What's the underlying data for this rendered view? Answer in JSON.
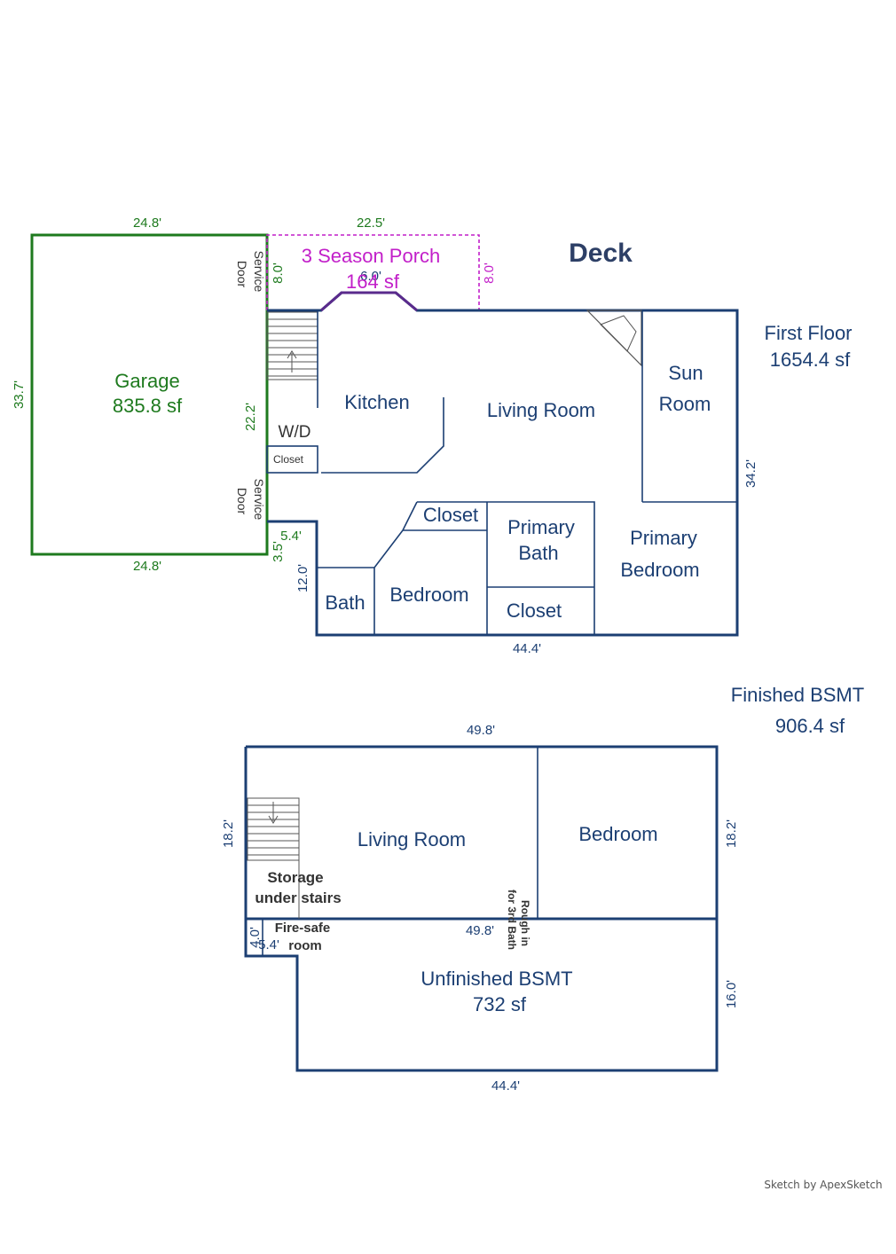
{
  "deck_label": "Deck",
  "first_floor": {
    "title": "First Floor",
    "area": "1654.4 sf",
    "rooms": {
      "kitchen": "Kitchen",
      "living_room": "Living Room",
      "sun_room_1": "Sun",
      "sun_room_2": "Room",
      "closet_upper": "Closet",
      "primary_bath_1": "Primary",
      "primary_bath_2": "Bath",
      "primary_bedroom_1": "Primary",
      "primary_bedroom_2": "Bedroom",
      "bath": "Bath",
      "bedroom": "Bedroom",
      "closet_lower": "Closet",
      "wd": "W/D",
      "small_closet": "Closet",
      "service_door_1a": "Service",
      "service_door_1b": "Door",
      "service_door_2a": "Service",
      "service_door_2b": "Door"
    },
    "dims": {
      "right": "34.2'",
      "bottom": "44.4'",
      "stair_left": "22.2'",
      "notch_width": "5.4'",
      "notch_height": "3.5'",
      "bath_height": "12.0'"
    }
  },
  "garage": {
    "title": "Garage",
    "area": "835.8 sf",
    "dims": {
      "top": "24.8'",
      "bottom": "24.8'",
      "left": "33.7'"
    }
  },
  "porch": {
    "title": "3 Season Porch",
    "area": "164 sf",
    "dims": {
      "top": "22.5'",
      "left": "8.0'",
      "right": "8.0'",
      "inner": "6.0'"
    }
  },
  "basement": {
    "finished_title": "Finished BSMT",
    "finished_area": "906.4 sf",
    "rooms": {
      "living_room": "Living Room",
      "bedroom": "Bedroom",
      "storage_1": "Storage",
      "storage_2": "under stairs",
      "firesafe_1": "Fire-safe",
      "firesafe_2": "room",
      "rough_1": "Rough in",
      "rough_2": "for 3rd Bath"
    },
    "unfinished_title": "Unfinished BSMT",
    "unfinished_area": "732 sf",
    "dims": {
      "top": "49.8'",
      "left": "18.2'",
      "right_upper": "18.2'",
      "middle": "49.8'",
      "right_lower": "16.0'",
      "bottom": "44.4'",
      "firesafe_w": "5.4'",
      "firesafe_h": "4.0'"
    }
  },
  "credit": "Sketch by ApexSketch"
}
